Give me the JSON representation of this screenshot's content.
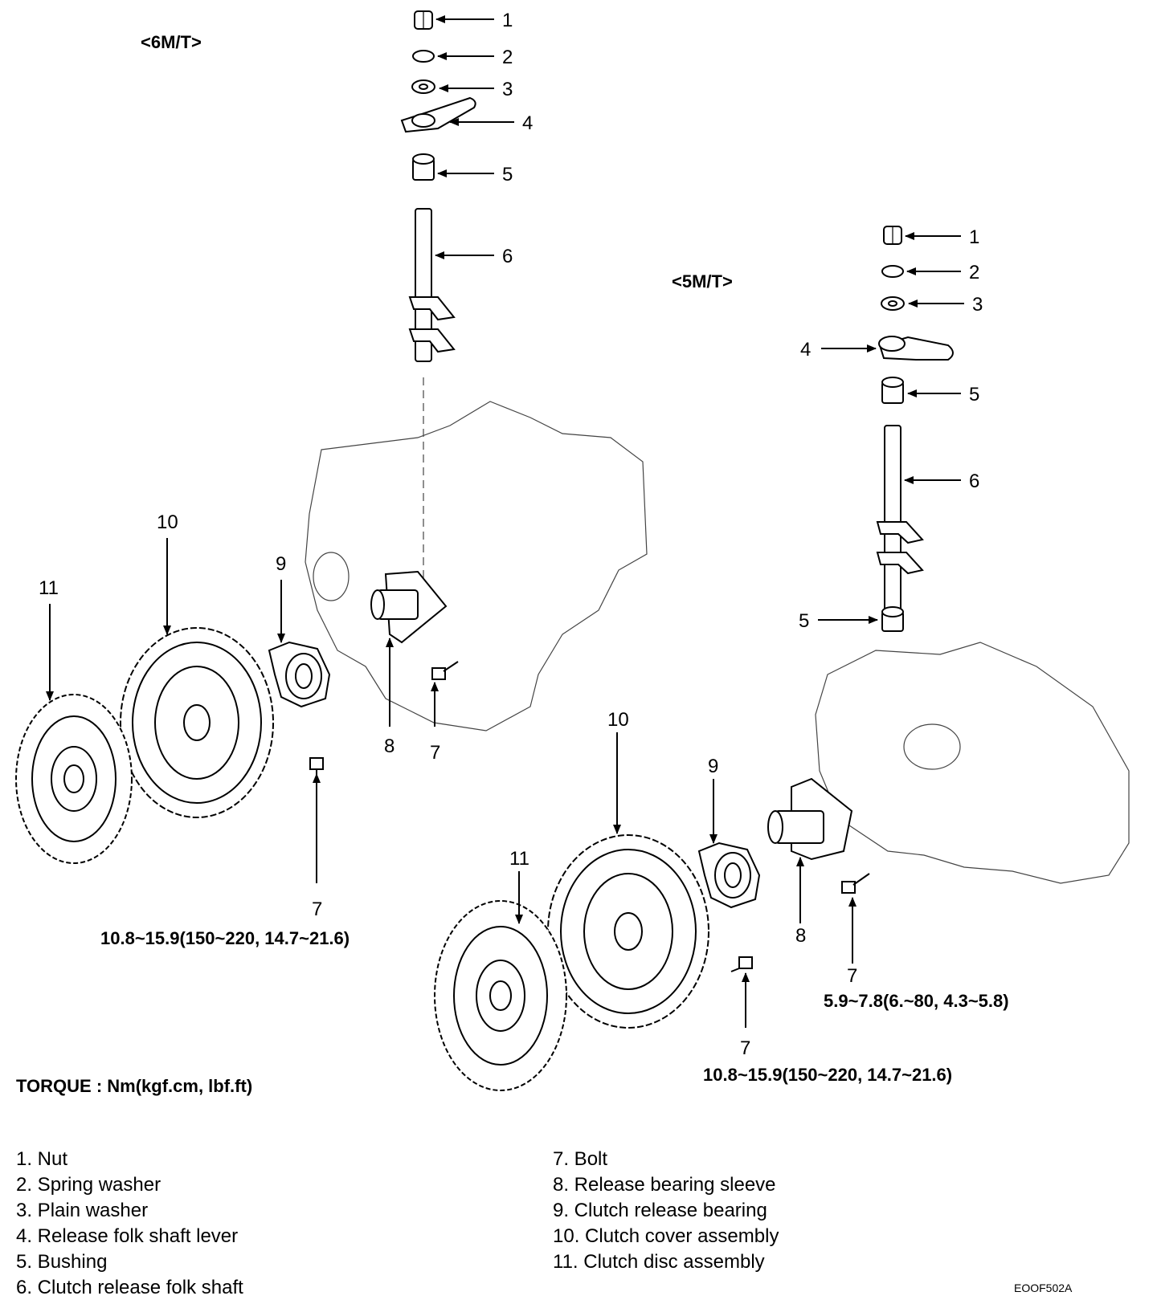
{
  "variants": {
    "six_mt": "<6M/T>",
    "five_mt": "<5M/T>"
  },
  "callouts": {
    "six_mt": [
      "1",
      "2",
      "3",
      "4",
      "5",
      "6",
      "7",
      "8",
      "9",
      "10",
      "11",
      "7"
    ],
    "five_mt": [
      "1",
      "2",
      "3",
      "4",
      "5",
      "6",
      "5",
      "7",
      "8",
      "9",
      "10",
      "11",
      "7"
    ]
  },
  "torque_specs": {
    "six_mt_bolt": "10.8~15.9(150~220, 14.7~21.6)",
    "five_mt_sleeve_bolt": "5.9~7.8(6.~80, 4.3~5.8)",
    "five_mt_bolt": "10.8~15.9(150~220, 14.7~21.6)"
  },
  "torque_unit_note": "TORQUE : Nm(kgf.cm, lbf.ft)",
  "legend": {
    "left": [
      "1. Nut",
      "2. Spring washer",
      "3. Plain washer",
      "4. Release folk shaft lever",
      "5. Bushing",
      "6. Clutch release folk shaft"
    ],
    "right": [
      "7. Bolt",
      "8. Release bearing sleeve",
      "9. Clutch release bearing",
      "10. Clutch cover assembly",
      "11. Clutch disc assembly"
    ]
  },
  "figure_code": "EOOF502A"
}
